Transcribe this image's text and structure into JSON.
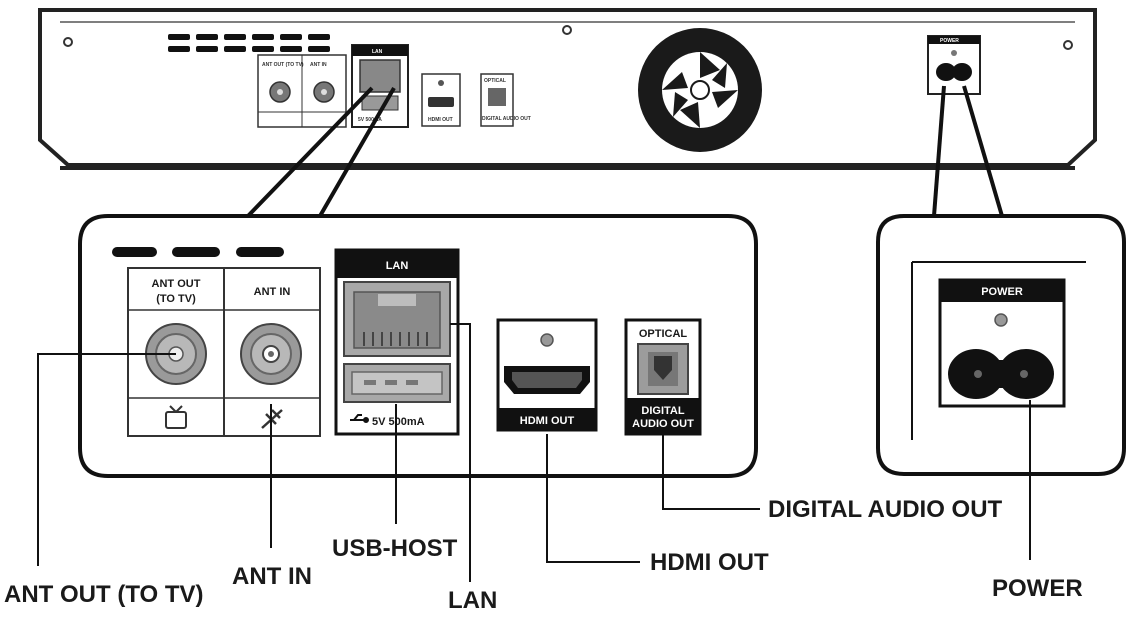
{
  "rear_panel": {
    "small_labels": {
      "ant_out": "ANT OUT (TO TV)",
      "ant_in": "ANT IN",
      "lan": "LAN",
      "usb": "5V 500mA",
      "hdmi": "HDMI OUT",
      "optical": "OPTICAL",
      "digital": "DIGITAL AUDIO OUT",
      "power": "POWER"
    }
  },
  "zoom_left": {
    "ant_out_line1": "ANT OUT",
    "ant_out_line2": "(TO TV)",
    "ant_in": "ANT IN",
    "lan": "LAN",
    "usb": "5V 500mA",
    "hdmi": "HDMI OUT",
    "optical": "OPTICAL",
    "digital_line1": "DIGITAL",
    "digital_line2": "AUDIO OUT"
  },
  "zoom_right": {
    "power": "POWER"
  },
  "callouts": {
    "ant_out": "ANT OUT (TO TV)",
    "ant_in": "ANT IN",
    "usb_host": "USB-HOST",
    "lan": "LAN",
    "hdmi_out": "HDMI OUT",
    "digital_audio_out": "DIGITAL AUDIO OUT",
    "power": "POWER"
  }
}
